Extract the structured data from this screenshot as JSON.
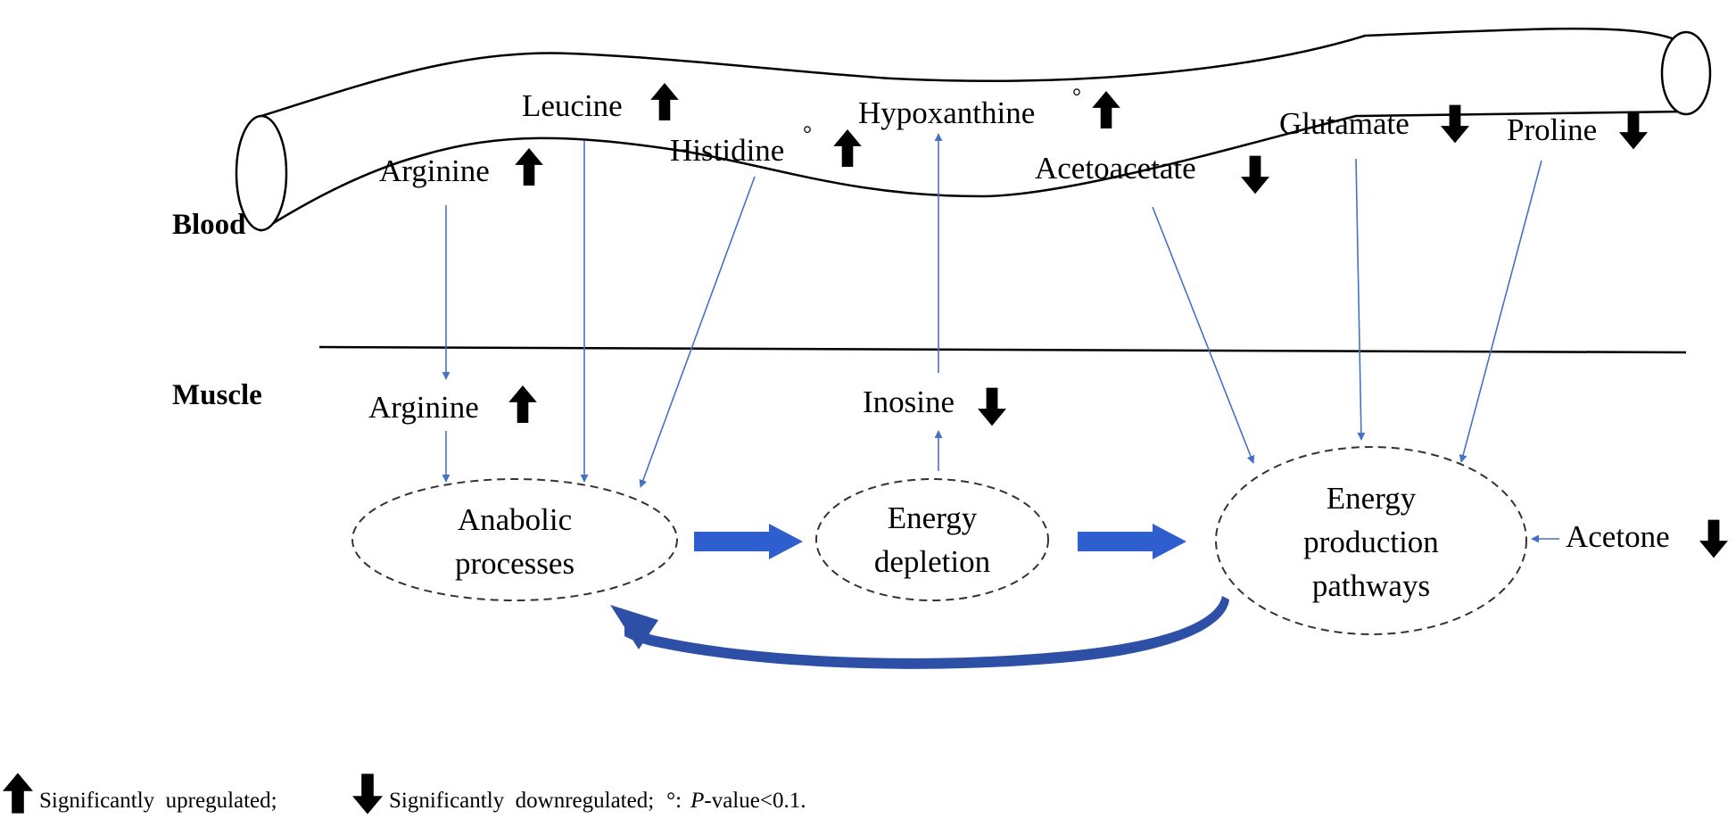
{
  "regions": {
    "blood": "Blood",
    "muscle": "Muscle"
  },
  "blood_metabolites": [
    {
      "label": "Leucine",
      "direction": "up"
    },
    {
      "label": "Arginine",
      "direction": "up"
    },
    {
      "label": "Histidine",
      "superscript": "°",
      "direction": "up"
    },
    {
      "label": "Hypoxanthine",
      "superscript": "°",
      "direction": "up"
    },
    {
      "label": "Acetoacetate",
      "direction": "down"
    },
    {
      "label": "Glutamate",
      "direction": "down"
    },
    {
      "label": "Proline",
      "direction": "down"
    }
  ],
  "muscle_metabolites": [
    {
      "label": "Arginine",
      "direction": "up"
    },
    {
      "label": "Inosine",
      "direction": "down"
    },
    {
      "label": "Acetone",
      "direction": "down"
    }
  ],
  "processes": [
    {
      "id": "anabolic",
      "lines": [
        "Anabolic",
        "processes"
      ]
    },
    {
      "id": "depletion",
      "lines": [
        "Energy",
        "depletion"
      ]
    },
    {
      "id": "production",
      "lines": [
        "Energy",
        "production",
        "pathways"
      ]
    }
  ],
  "legend": {
    "up_text": "Significantly  upregulated;",
    "down_text": "Significantly  downregulated;",
    "p_symbol": "°:",
    "p_label": "P",
    "p_rest": "-value<0.1."
  },
  "colors": {
    "thin_arrow": "#4472C4",
    "block_arrow": "#2F5FCF",
    "curved_arrow": "#2E4FA6",
    "indicator_arrow": "#000000"
  }
}
